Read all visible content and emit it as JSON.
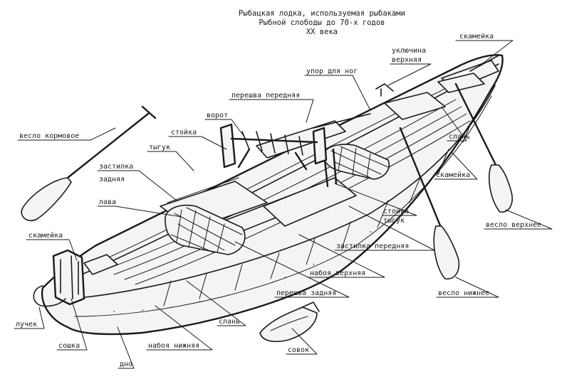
{
  "title": {
    "line1": "Рыбацкая лодка, используемая рыбаками",
    "line2": "Рыбной слободы до 70-х годов",
    "line3": "XX века"
  },
  "labels": {
    "skameyka_top": "скамейка",
    "uklyuchina_verkhnyaya_1": "уключина",
    "uklyuchina_verkhnyaya_2": "верхняя",
    "upor_dlya_nog": "упор для ног",
    "peresva_perednyaya": "перешва передняя",
    "vorot": "ворот",
    "stoyka_left": "стойка",
    "tyguk_left": "тыгук",
    "veslo_kormovoe": "весло кормовое",
    "zastilka_zadnyaya_1": "застилка",
    "zastilka_zadnyaya_2": "задняя",
    "lava": "лава",
    "skameyka_left": "скамейка",
    "slan_right": "слань",
    "skameyka_right": "скамейка",
    "veslo_verkhnee": "весло верхнее",
    "stoyka_tyguk_1": "стойка",
    "stoyka_tyguk_2": "тыгук",
    "zastilka_perednyaya": "застилка передняя",
    "naboya_verkhnyaya": "набоя верхняя",
    "veslo_nizhnee": "весло нижнее",
    "peresva_zadnyaya": "перешва задняя",
    "slan_bottom": "слань",
    "luchek": "лучек",
    "soshka": "сошка",
    "naboya_nizhnyaya": "набоя нижняя",
    "dno": "дно",
    "sovok": "совок"
  }
}
